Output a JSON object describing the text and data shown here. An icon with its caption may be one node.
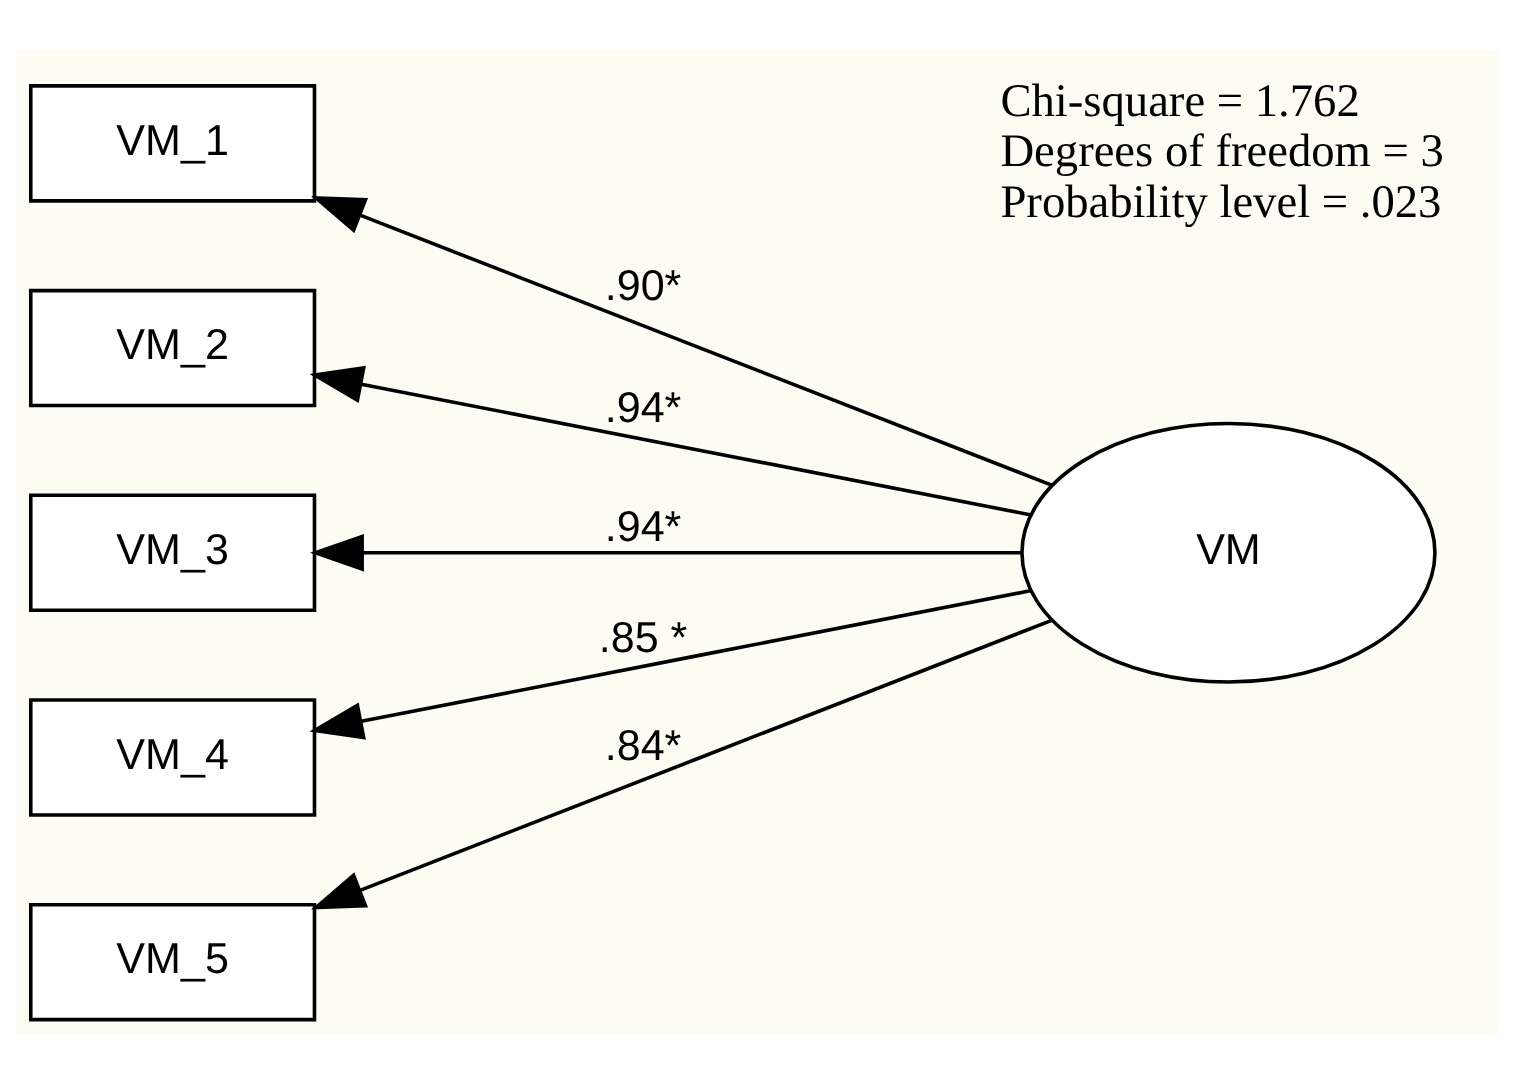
{
  "diagram": {
    "nodes": [
      {
        "text": [
          "VM"
        ]
      },
      {
        "text": [
          "VM_1"
        ]
      },
      {
        "text": [
          "VM_2"
        ]
      },
      {
        "text": [
          "VM_3"
        ]
      },
      {
        "text": [
          "VM_4"
        ]
      },
      {
        "text": [
          "VM_5"
        ]
      }
    ],
    "edges": [
      {
        "from": 0,
        "to": 1,
        "arrow": "to",
        "label": ".90*"
      },
      {
        "from": 0,
        "to": 2,
        "arrow": "to",
        "label": ".94*"
      },
      {
        "from": 0,
        "to": 3,
        "arrow": "to",
        "label": ".94*"
      },
      {
        "from": 0,
        "to": 4,
        "arrow": "to",
        "label": ".85 *"
      },
      {
        "from": 0,
        "to": 5,
        "arrow": "to",
        "label": ".84*"
      }
    ],
    "labels": [
      "Chi-square = 1.762",
      "Degrees of freedom = 3",
      "Probability level = .023"
    ]
  }
}
